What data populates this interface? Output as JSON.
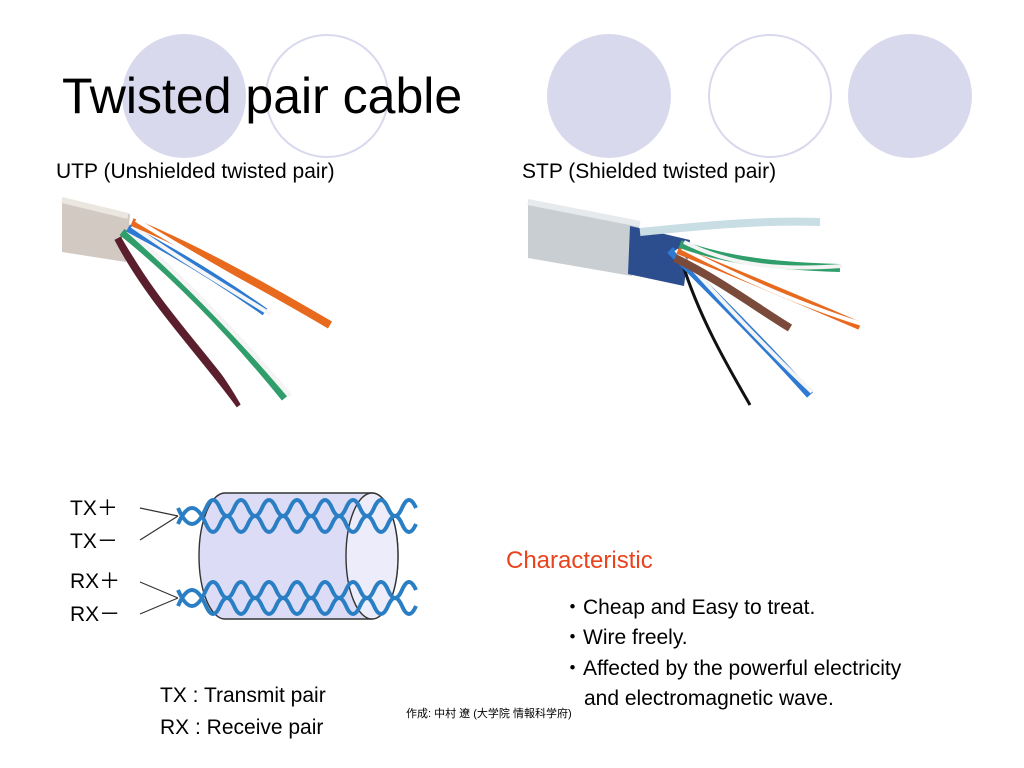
{
  "slide": {
    "title": "Twisted pair cable",
    "utp_label": "UTP (Unshielded twisted pair)",
    "stp_label": "STP (Shielded twisted pair)"
  },
  "diagram": {
    "signals": [
      "TX＋",
      "TX－",
      "RX＋",
      "RX－"
    ],
    "legend": [
      "TX : Transmit pair",
      "RX : Receive pair"
    ]
  },
  "characteristics": {
    "heading": "Characteristic",
    "items": [
      "・Cheap and Easy to treat.",
      "・Wire freely.",
      "・Affected by the powerful electricity",
      "and electromagnetic wave."
    ]
  },
  "credit": "作成: 中村 遼 (大学院 情報科学府)",
  "colors": {
    "circle": "#d9d9ee",
    "heading_accent": "#e8431d",
    "wire_blue": "#2a7fc4",
    "tube_fill": "#dcdcf6"
  }
}
